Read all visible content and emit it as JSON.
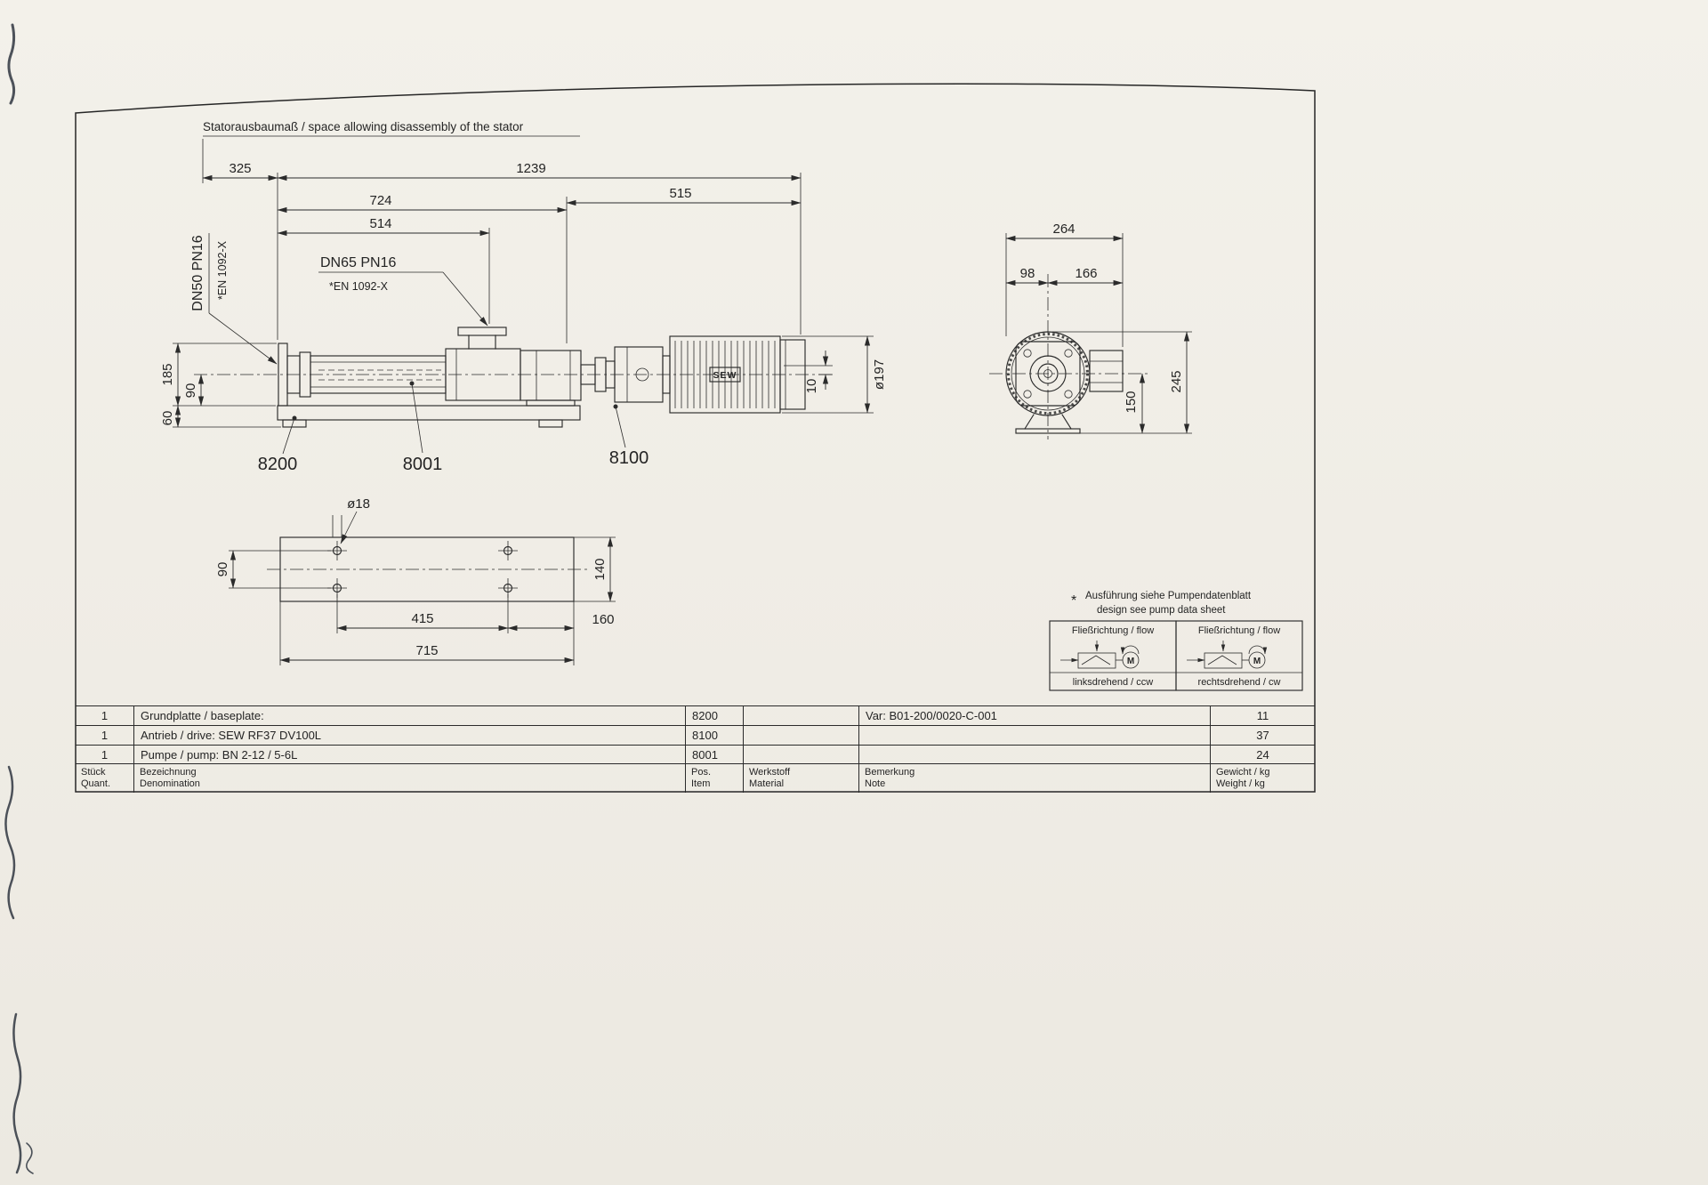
{
  "colors": {
    "paper": "#f0ede6",
    "ink": "#2b2b2b"
  },
  "title": "Statorausbaumaß / space allowing disassembly of the stator",
  "flanges": {
    "dn65_label": "DN65 PN16",
    "dn65_std": "*EN 1092-X",
    "dn50_label": "DN50 PN16",
    "dn50_std": "*EN 1092-X"
  },
  "dims": {
    "stator_space": "325",
    "overall": "1239",
    "pump_len": "724",
    "drive_len": "515",
    "port_dist": "514",
    "height_flange": "185",
    "height_cl": "90",
    "height_base": "60",
    "motor_offset": "10",
    "motor_dia": "ø197",
    "end_width": "264",
    "end_left": "98",
    "end_right": "166",
    "end_height": "245",
    "end_cl_height": "150",
    "hole_dia": "ø18",
    "hole_rows": "90",
    "plate_width": "140",
    "hole_pitch": "415",
    "hole_edge": "160",
    "plate_len": "715"
  },
  "part_labels": {
    "baseplate": "8200",
    "pump": "8001",
    "drive": "8100"
  },
  "motor_brand": "SEW",
  "footnote": {
    "star": "*",
    "line_de": "Ausführung siehe Pumpendatenblatt",
    "line_en": "design see pump data sheet"
  },
  "flow_boxes": {
    "left": {
      "title": "Fließrichtung / flow",
      "caption": "linksdrehend / ccw"
    },
    "right": {
      "title": "Fließrichtung / flow",
      "caption": "rechtsdrehend / cw"
    },
    "motor_symbol": "M"
  },
  "table": {
    "headers": {
      "qty_de": "Stück",
      "qty_en": "Quant.",
      "denom_de": "Bezeichnung",
      "denom_en": "Denomination",
      "pos_de": "Pos.",
      "pos_en": "Item",
      "mat_de": "Werkstoff",
      "mat_en": "Material",
      "note_de": "Bemerkung",
      "note_en": "Note",
      "weight_de": "Gewicht / kg",
      "weight_en": "Weight / kg"
    },
    "rows": [
      {
        "qty": "1",
        "denomination": "Grundplatte / baseplate:",
        "pos": "8200",
        "material": "",
        "note": "Var: B01-200/0020-C-001",
        "weight": "11"
      },
      {
        "qty": "1",
        "denomination": "Antrieb / drive: SEW RF37 DV100L",
        "pos": "8100",
        "material": "",
        "note": "",
        "weight": "37"
      },
      {
        "qty": "1",
        "denomination": "Pumpe / pump: BN 2-12 / 5-6L",
        "pos": "8001",
        "material": "",
        "note": "",
        "weight": "24"
      }
    ]
  }
}
